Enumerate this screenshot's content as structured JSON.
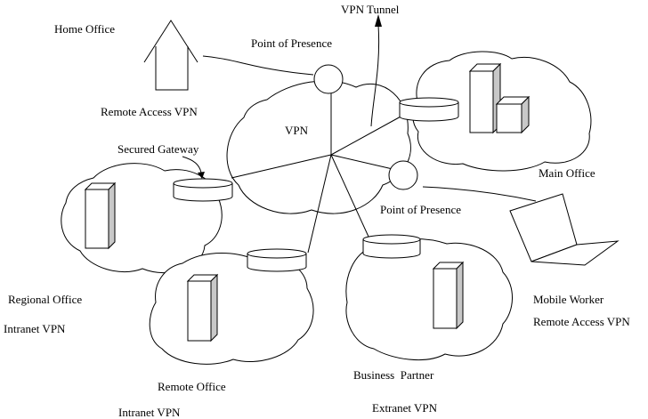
{
  "labels": {
    "vpn_tunnel": "VPN Tunnel",
    "home_office": "Home Office",
    "pop_top": "Point of Presence",
    "remote_access_vpn_top": "Remote Access VPN",
    "vpn": "VPN",
    "secured_gateway": "Secured Gateway",
    "main_office": "Main Office",
    "pop_right": "Point of Presence",
    "regional_office": "Regional Office",
    "intranet_vpn_left": "Intranet VPN",
    "mobile_worker": "Mobile Worker",
    "remote_access_vpn_right": "Remote Access VPN",
    "business_partner": "Business  Partner",
    "remote_office": "Remote Office",
    "intranet_vpn_bottom": "Intranet VPN",
    "extranet_vpn": "Extranet VPN"
  },
  "colors": {
    "stroke": "#000000",
    "fill": "#ffffff",
    "building_shade": "#c8c8c8"
  },
  "icons": {
    "home": "house-outline-icon",
    "laptop": "laptop-icon",
    "building": "building-icon",
    "router": "router-cylinder-icon",
    "pop": "point-of-presence-circle-icon"
  }
}
